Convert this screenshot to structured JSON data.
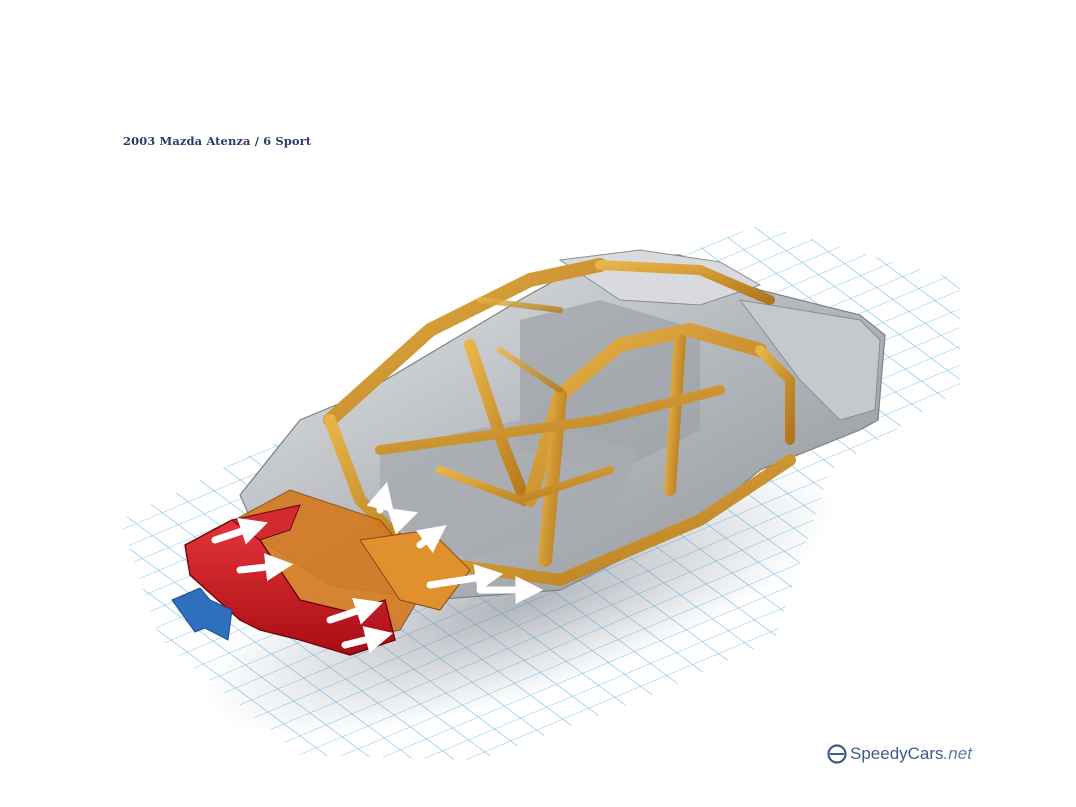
{
  "caption": "2003 Mazda Atenza / 6 Sport",
  "logo": {
    "main": "SpeedyCars",
    "tld": ".net",
    "icon": "speedycars-e-icon"
  },
  "colors": {
    "grid_line": "#5fb2dc",
    "frame_gold": "#c98c22",
    "crash_red": "#c8141c",
    "impact_arrow": "#2e6fbe",
    "body_silver": "#b8bcc0",
    "caption_text": "#2b3a6b"
  }
}
